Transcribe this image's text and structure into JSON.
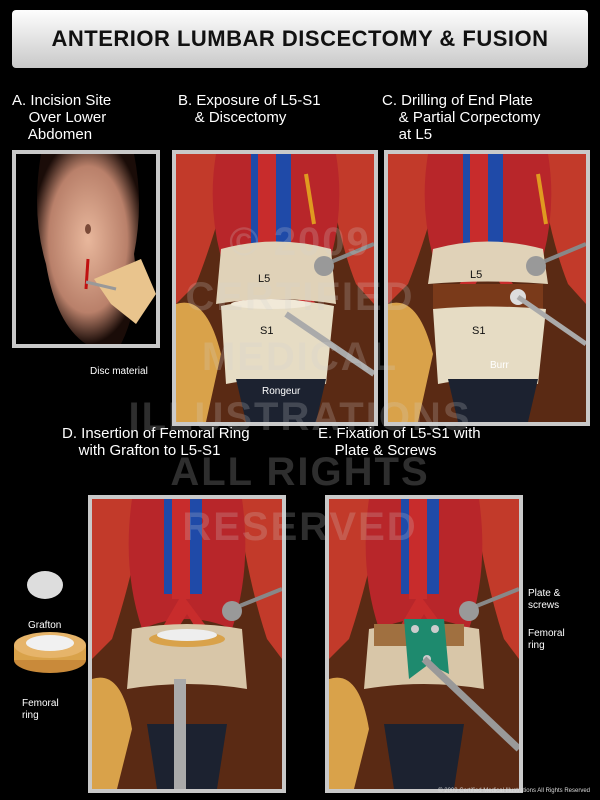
{
  "title": "ANTERIOR LUMBAR DISCECTOMY & FUSION",
  "panels": {
    "a": {
      "label": "A. Incision Site\n    Over Lower\n    Abdomen"
    },
    "b": {
      "label": "B. Exposure of L5-S1\n    & Discectomy",
      "l5": "L5",
      "s1": "S1",
      "disc": "Disc material",
      "rongeur": "Rongeur"
    },
    "c": {
      "label": "C. Drilling of End Plate\n    & Partial Corpectomy\n    at L5",
      "l5": "L5",
      "s1": "S1",
      "burr": "Burr"
    },
    "d": {
      "label": "D. Insertion of Femoral Ring\n    with Grafton to L5-S1",
      "grafton": "Grafton",
      "femoral": "Femoral\nring"
    },
    "e": {
      "label": "E. Fixation of L5-S1 with\n    Plate & Screws",
      "plate": "Plate &\nscrews",
      "femoral": "Femoral\nring"
    }
  },
  "watermark": [
    "© 2009",
    "CERTIFIED",
    "MEDICAL",
    "ILLUSTRATIONS",
    "ALL RIGHTS",
    "RESERVED"
  ],
  "copyright": "© 2009 Certified Medical Illustrations All Rights Reserved"
}
